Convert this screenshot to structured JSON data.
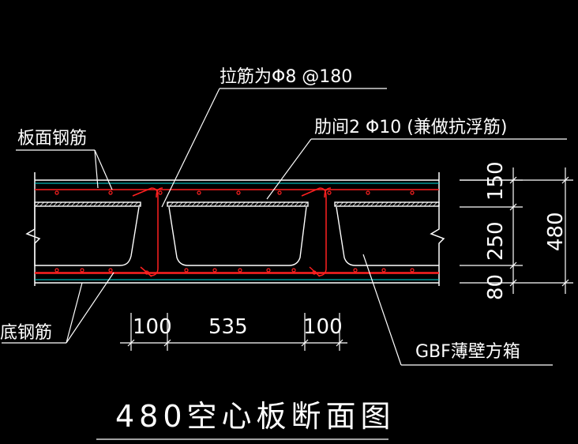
{
  "labels": {
    "tie_bar": "拉筋为Φ8 @180",
    "rib_bar": "肋间2 Φ10 (兼做抗浮筋)",
    "top_rebar": "板面钢筋",
    "bottom_rebar": "底钢筋",
    "box": "GBF薄壁方箱"
  },
  "dimensions": {
    "horizontal": [
      "100",
      "535",
      "100"
    ],
    "vertical": [
      "150",
      "250",
      "80"
    ],
    "total": "480"
  },
  "title": "480空心板断面图",
  "colors": {
    "background": "#000000",
    "concrete_outline": "#ffffff",
    "rebar": "#ff2020",
    "cover_line": "#00e0e0",
    "leader": "#ffffff"
  }
}
